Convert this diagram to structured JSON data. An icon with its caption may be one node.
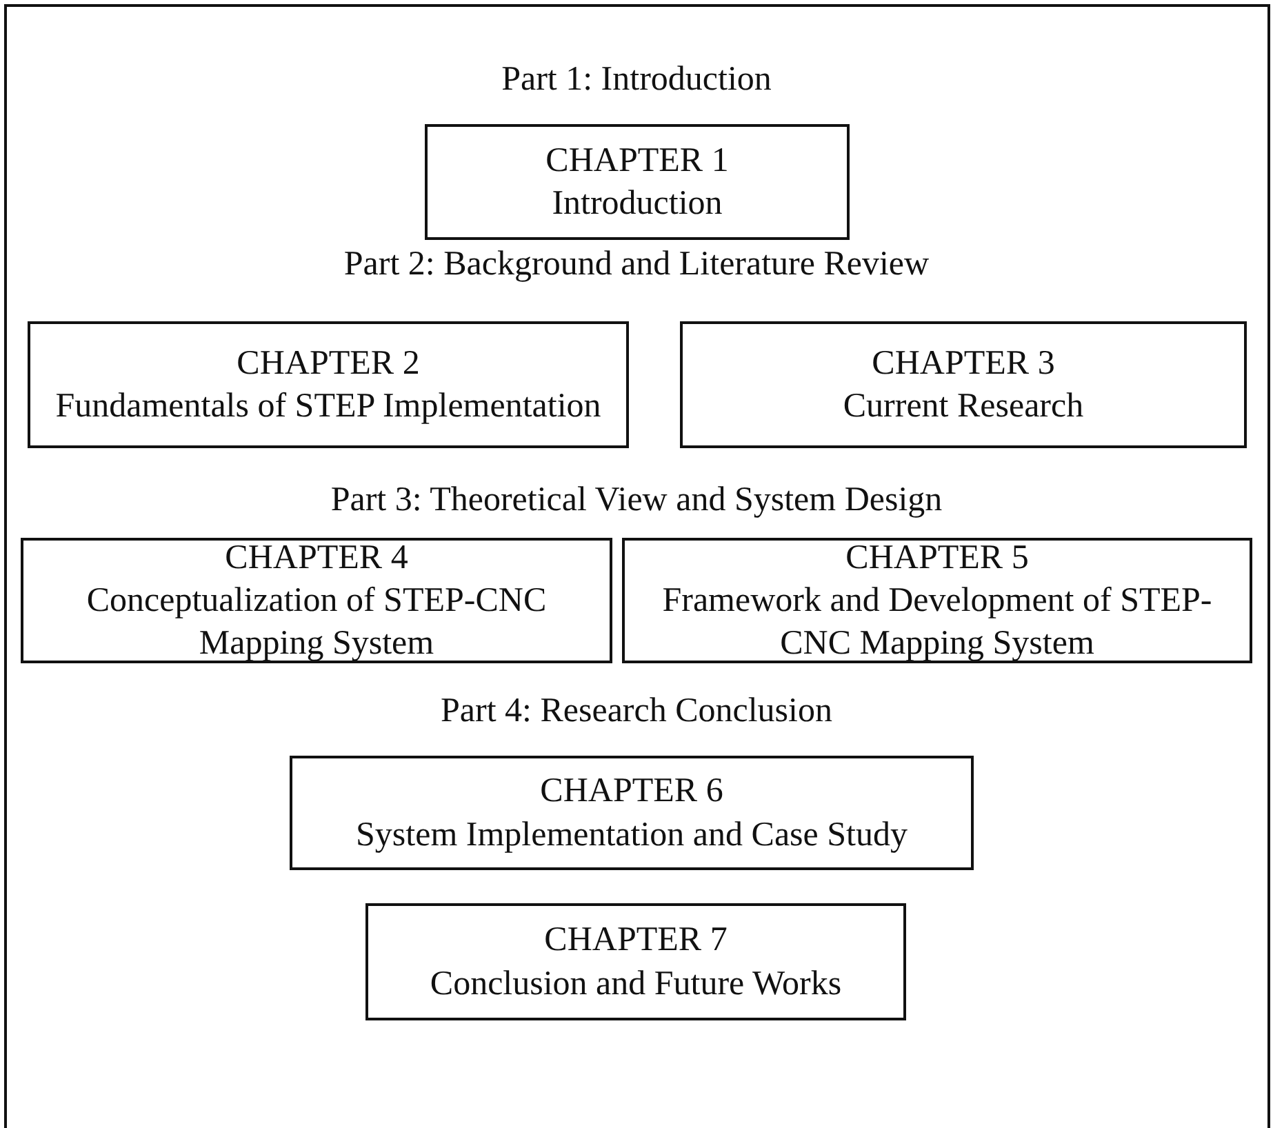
{
  "diagram": {
    "nodes": [
      {
        "text": [
          "CHAPTER 1",
          "Introduction"
        ]
      },
      {
        "text": [
          "CHAPTER 2",
          "Fundamentals of STEP Implementation"
        ]
      },
      {
        "text": [
          "CHAPTER 3",
          "Current Research"
        ]
      },
      {
        "text": [
          "CHAPTER 4",
          "Conceptualization of STEP-CNC Mapping System"
        ]
      },
      {
        "text": [
          "CHAPTER 5",
          "Framework and Development of STEP-CNC Mapping System"
        ]
      },
      {
        "text": [
          "CHAPTER 6",
          "System Implementation and Case Study"
        ]
      },
      {
        "text": [
          "CHAPTER 7",
          "Conclusion and Future Works"
        ]
      }
    ],
    "labels": [
      "Part 1: Introduction",
      "Part 2: Background and Literature Review",
      "Part 3: Theoretical View and System Design",
      "Part 4: Research Conclusion"
    ]
  }
}
